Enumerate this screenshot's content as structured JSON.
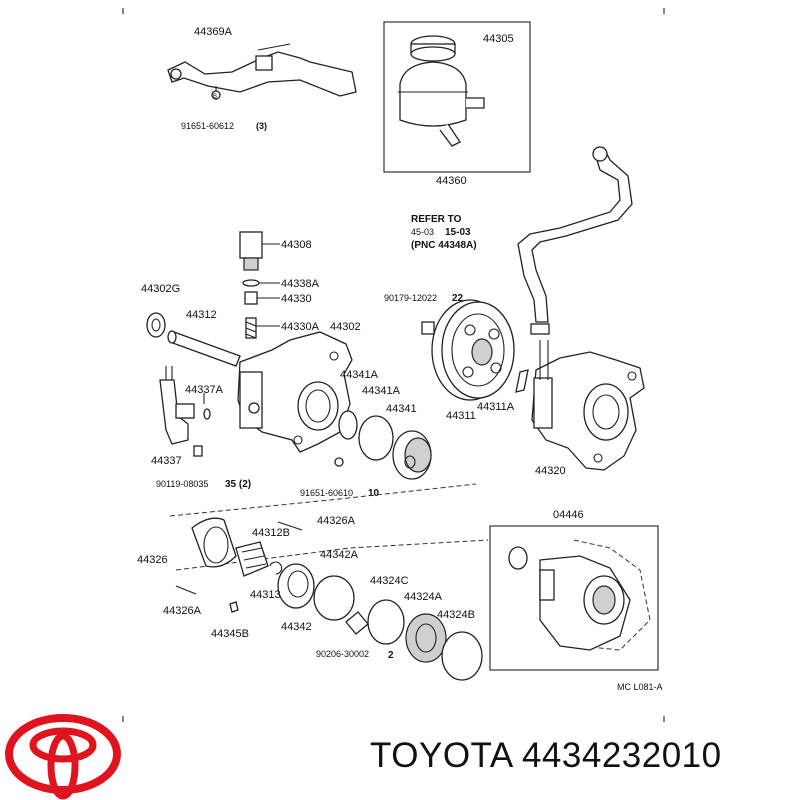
{
  "labels": {
    "l44369A": "44369A",
    "l44305": "44305",
    "l44360": "44360",
    "l91651_60612": "91651-60612",
    "qty3": "(3)",
    "refer1": "REFER  TO",
    "refer2a": "45-03",
    "refer2b": "15-03",
    "refer3": "(PNC  44348A)",
    "l44308": "44308",
    "l44338A": "44338A",
    "l44330": "44330",
    "l44330A": "44330A",
    "l44302": "44302",
    "l44302G": "44302G",
    "l44312": "44312",
    "l90179_12022": "90179-12022",
    "qty22": "22",
    "l44337A": "44337A",
    "l44341A_a": "44341A",
    "l44341A_b": "44341A",
    "l44341": "44341",
    "l44311": "44311",
    "l44311A": "44311A",
    "l44337": "44337",
    "l90119_08035": "90119-08035",
    "qty35_2": "35 (2)",
    "l91651_60610": "91651-60610",
    "qty10": "10",
    "l44320": "44320",
    "l04446": "04446",
    "l44326A_top": "44326A",
    "l44312B": "44312B",
    "l44326": "44326",
    "l44342A": "44342A",
    "l44324C": "44324C",
    "l44313": "44313",
    "l44324A": "44324A",
    "l44326A_bot": "44326A",
    "l44342": "44342",
    "l44324B": "44324B",
    "l44345B": "44345B",
    "l90206_30002": "90206-30002",
    "qty2": "2",
    "code": "MC L081-A"
  },
  "brand": {
    "logo": "toyota-logo",
    "text": "TOYOTA 4434232010",
    "logo_color": "#e0141e"
  }
}
